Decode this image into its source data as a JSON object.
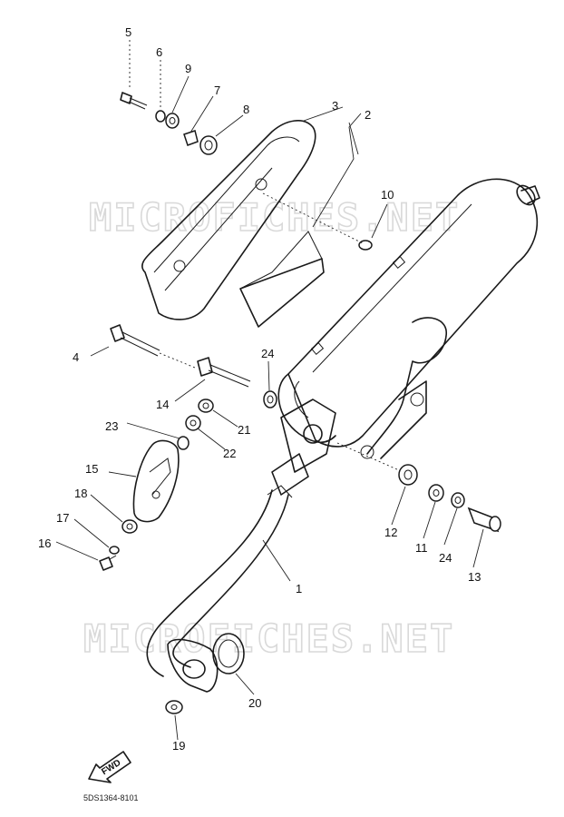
{
  "watermark": {
    "top": "MICROFICHES.NET",
    "bottom": "MICROFICHES.NET"
  },
  "direction_label": "FWD",
  "diagram_code": "5DS1364-8101",
  "callouts": {
    "p1": "1",
    "p2": "2",
    "p3": "3",
    "p4": "4",
    "p5": "5",
    "p6": "6",
    "p7": "7",
    "p8": "8",
    "p9": "9",
    "p10": "10",
    "p11": "11",
    "p12": "12",
    "p13": "13",
    "p14": "14",
    "p15": "15",
    "p16": "16",
    "p17": "17",
    "p18": "18",
    "p19": "19",
    "p20": "20",
    "p21": "21",
    "p22": "22",
    "p23": "23",
    "p24a": "24",
    "p24b": "24"
  }
}
